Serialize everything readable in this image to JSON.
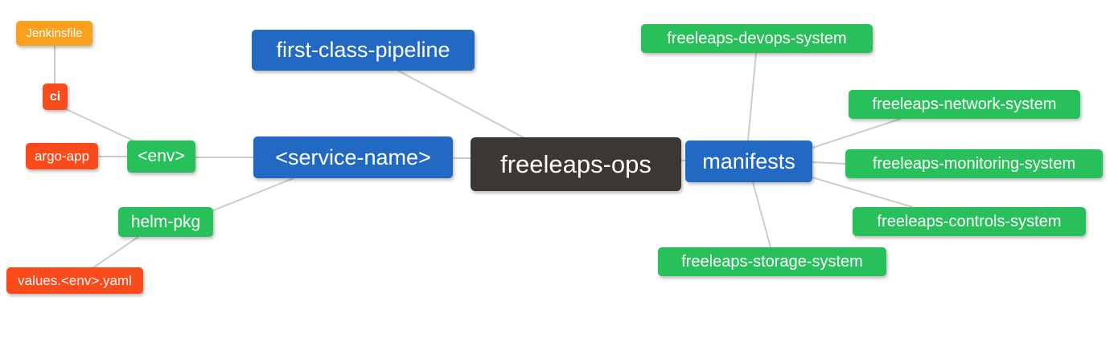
{
  "diagram": {
    "type": "mindmap",
    "root_label": "freeleaps-ops",
    "colors": {
      "blue": "#2269C3",
      "green": "#28C05A",
      "red": "#FA4B1D",
      "amber": "#FAA21E",
      "dark": "#3B3734",
      "edge": "#CCCCCC",
      "text": "#FFFFFF",
      "background": "#FFFFFF"
    },
    "nodes": {
      "freeleaps_ops": {
        "label": "freeleaps-ops",
        "role": "root",
        "color_key": "dark",
        "parent": null
      },
      "first_class_pipeline": {
        "label": "first-class-pipeline",
        "role": "branch",
        "color_key": "blue",
        "parent": "freeleaps_ops"
      },
      "service_name": {
        "label": "<service-name>",
        "role": "branch",
        "color_key": "blue",
        "parent": "freeleaps_ops"
      },
      "manifests": {
        "label": "manifests",
        "role": "branch",
        "color_key": "blue",
        "parent": "freeleaps_ops"
      },
      "env": {
        "label": "<env>",
        "role": "leaf",
        "color_key": "green",
        "parent": "service_name"
      },
      "helm_pkg": {
        "label": "helm-pkg",
        "role": "leaf",
        "color_key": "green",
        "parent": "service_name"
      },
      "ci": {
        "label": "ci",
        "role": "leaf",
        "color_key": "red",
        "parent": "env"
      },
      "argo_app": {
        "label": "argo-app",
        "role": "leaf",
        "color_key": "red",
        "parent": "env"
      },
      "jenkinsfile": {
        "label": "Jenkinsfile",
        "role": "leaf",
        "color_key": "amber",
        "parent": "ci"
      },
      "values_env_yaml": {
        "label": "values.<env>.yaml",
        "role": "leaf",
        "color_key": "red",
        "parent": "helm_pkg"
      },
      "devops_system": {
        "label": "freeleaps-devops-system",
        "role": "leaf",
        "color_key": "green",
        "parent": "manifests"
      },
      "network_system": {
        "label": "freeleaps-network-system",
        "role": "leaf",
        "color_key": "green",
        "parent": "manifests"
      },
      "monitoring_system": {
        "label": "freeleaps-monitoring-system",
        "role": "leaf",
        "color_key": "green",
        "parent": "manifests"
      },
      "controls_system": {
        "label": "freeleaps-controls-system",
        "role": "leaf",
        "color_key": "green",
        "parent": "manifests"
      },
      "storage_system": {
        "label": "freeleaps-storage-system",
        "role": "leaf",
        "color_key": "green",
        "parent": "manifests"
      }
    }
  }
}
